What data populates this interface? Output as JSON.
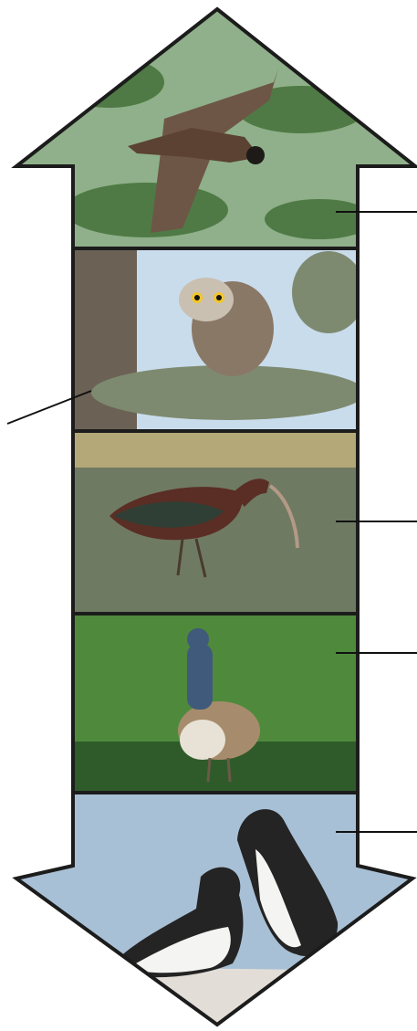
{
  "figure": {
    "panels": [
      {
        "subject": "vulture-in-flight",
        "background": "green-hillside",
        "colors": {
          "sky": "#8fb08a",
          "tree": "#4f7a45",
          "bird": "#5b4232",
          "wing": "#6e5646",
          "head": "#1e1a18"
        }
      },
      {
        "subject": "owl-on-branch",
        "background": "lichen-covered-conifer",
        "colors": {
          "sky": "#c9dcec",
          "bark": "#6b6255",
          "lichen": "#7e8a70",
          "owl": "#8a7866",
          "face": "#c9c0b2",
          "eye": "#f2c62a"
        }
      },
      {
        "subject": "ibis-wading",
        "background": "flowering-wetland",
        "colors": {
          "water": "#6f7a62",
          "shore": "#b4a878",
          "bird": "#5a2e24",
          "wing": "#2f3f35",
          "bill": "#b39a86"
        }
      },
      {
        "subject": "bustard-in-grass",
        "background": "green-meadow",
        "colors": {
          "grass": "#4f8a3c",
          "dark": "#2f5b2a",
          "neck": "#3f5a7a",
          "body": "#a68c6c",
          "belly": "#e8e2d6"
        }
      },
      {
        "subject": "guillemots-on-rock",
        "background": "pale-blue-sea",
        "colors": {
          "sky": "#a8c0d6",
          "bird": "#242424",
          "belly": "#f4f4f2",
          "rock": "#e3ddd8"
        }
      }
    ],
    "frame": {
      "outline": "#1c1c1c",
      "callout": "#111111"
    },
    "callouts": [
      {
        "side": "right",
        "panel": 1
      },
      {
        "side": "left",
        "panel": 2
      },
      {
        "side": "right",
        "panel": 3
      },
      {
        "side": "right",
        "panel": 4
      },
      {
        "side": "right",
        "panel": 5
      }
    ]
  }
}
